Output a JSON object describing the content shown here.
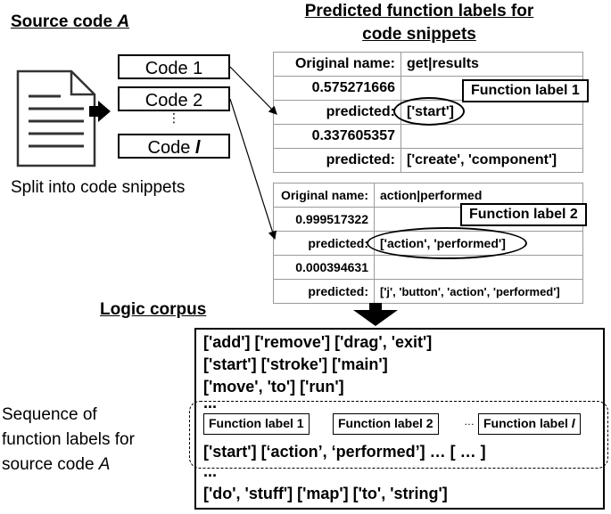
{
  "titles": {
    "source_prefix": "Source code ",
    "source_var": "A",
    "predicted_line1": "Predicted function labels for",
    "predicted_line2": "code snippets",
    "logic_corpus": "Logic corpus"
  },
  "snippets": {
    "code1": "Code 1",
    "code2": "Code 2",
    "dots": "⋮",
    "codel_prefix": "Code ",
    "codel_var": "l"
  },
  "split_caption": "Split into code snippets",
  "table1": {
    "original_label": "Original name:",
    "original_value": "get|results",
    "row1_score": "0.575271666",
    "row1_pred_label": "predicted:",
    "row1_pred_value": "['start']",
    "row2_score": "0.337605357",
    "row2_pred_label": "predicted:",
    "row2_pred_value": "['create', 'component']",
    "function_label": "Function label 1"
  },
  "table2": {
    "original_label": "Original name:",
    "original_value": "action|performed",
    "row1_score": "0.999517322",
    "row1_pred_label": "predicted:",
    "row1_pred_value": "['action', 'performed']",
    "row2_score": "0.000394631",
    "row2_pred_label": "predicted:",
    "row2_pred_value": "['j', 'button', 'action', 'performed']",
    "function_label": "Function label 2"
  },
  "corpus": {
    "line1": "['add'] ['remove'] ['drag', 'exit']",
    "line2": "['start'] ['stroke'] ['main']",
    "line3": "['move', 'to'] ['run']",
    "ellipsis_top": "...",
    "fl1": "Function label 1",
    "fl2": "Function label 2",
    "fl_dots": "…",
    "fll_prefix": "Function label ",
    "fll_var": "l",
    "seq_line": "['start'] [‘action’, ‘performed’]  …   [  …  ]",
    "ellipsis_bottom": "...",
    "last_line": "['do', 'stuff'] ['map'] ['to', 'string']"
  },
  "sequence_caption": {
    "line1": "Sequence of",
    "line2": "function labels for",
    "line3_prefix": "source code ",
    "line3_var": "A"
  }
}
